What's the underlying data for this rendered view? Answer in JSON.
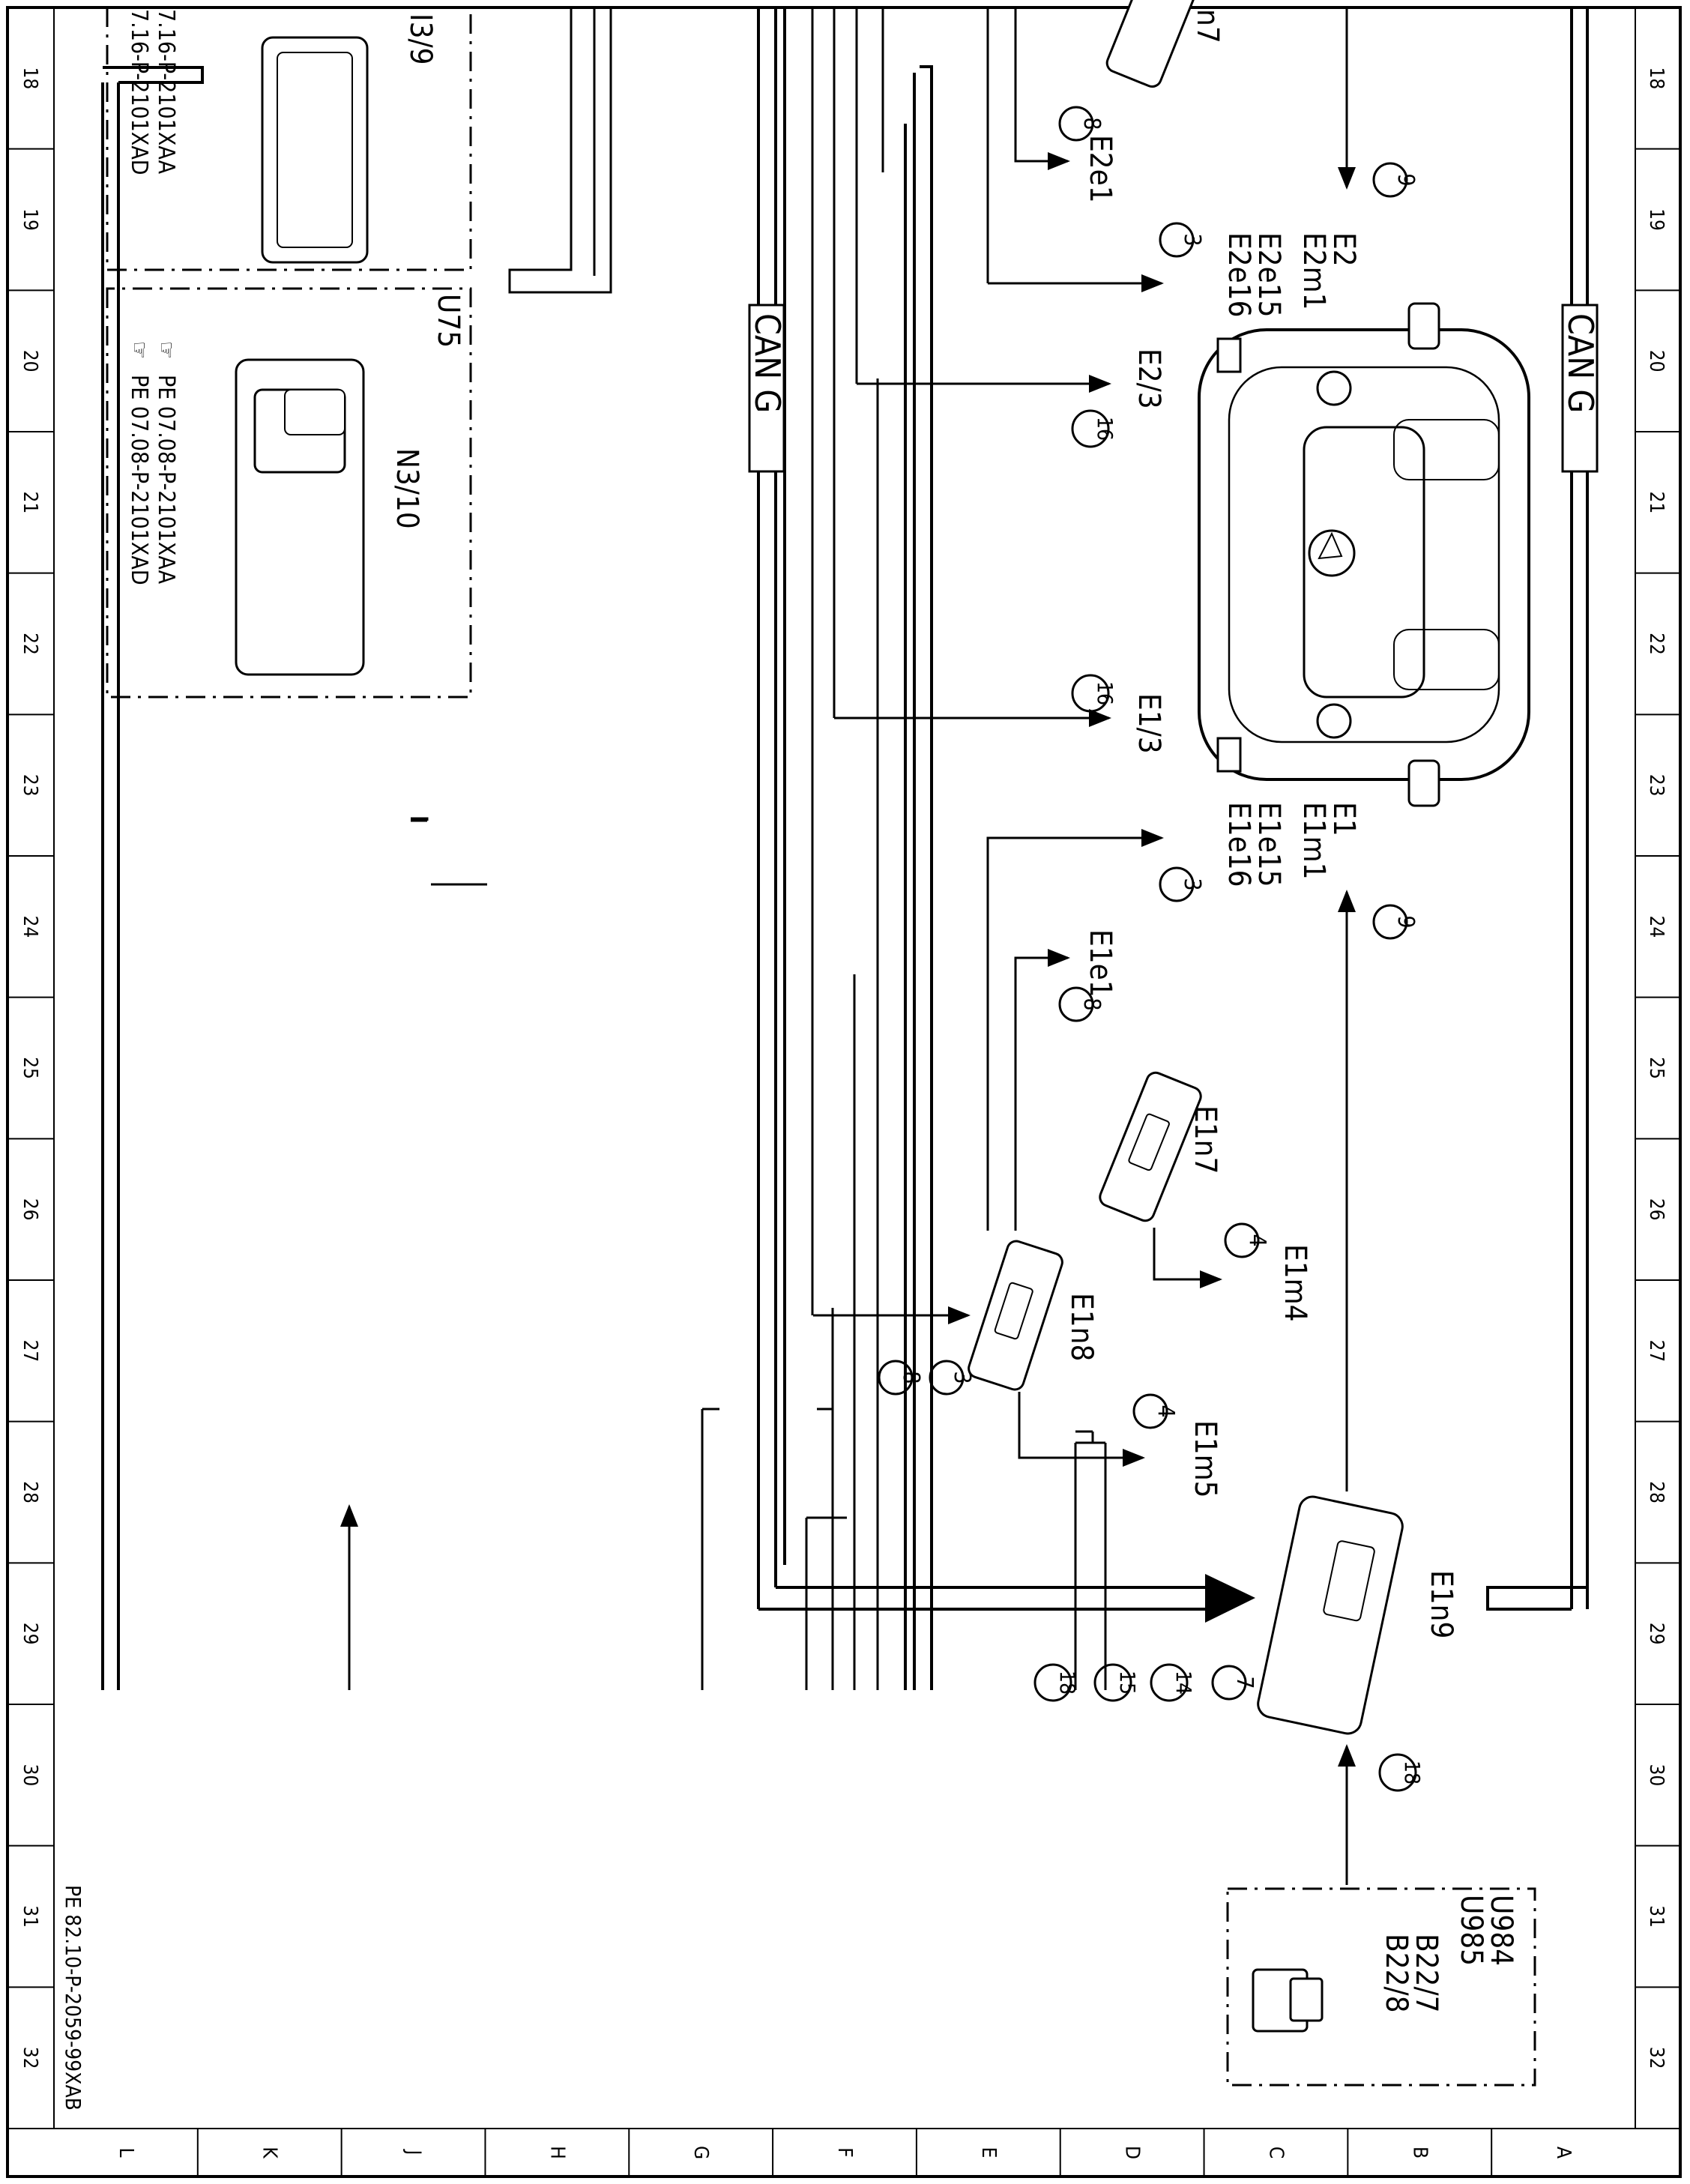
{
  "frame": {
    "column_numbers": [
      "18",
      "19",
      "20",
      "21",
      "22",
      "23",
      "24",
      "25",
      "26",
      "27",
      "28",
      "29",
      "30",
      "31",
      "32"
    ],
    "row_letters": [
      "L",
      "K",
      "J",
      "H",
      "G",
      "F",
      "E",
      "D",
      "C",
      "B",
      "A"
    ]
  },
  "document_id": "PE 82.10-P-2059-99XAB",
  "bus_label_left": "CAN G",
  "bus_label_right": "CAN G",
  "component_boxes": {
    "box_top": {
      "name": "I3/9",
      "ref1": "7.16-P-2101XAA",
      "ref2": "7.16-P-2101XAD"
    },
    "box_u75": {
      "group": "U75",
      "name": "N3/10",
      "ref1": "PE 07.08-P-2101XAA",
      "ref2": "PE 07.08-P-2101XAD"
    },
    "box_bottom": {
      "group1": "U984",
      "group2": "U985",
      "name1": "B22/7",
      "name2": "B22/8"
    }
  },
  "labels": {
    "n7_top": "n7",
    "e2e1": "E2e1",
    "e2": "E2",
    "e2m1": "E2m1",
    "e2e15": "E2e15",
    "e2e16": "E2e16",
    "e2_3": "E2/3",
    "e1_3": "E1/3",
    "e1": "E1",
    "e1m1": "E1m1",
    "e1e15": "E1e15",
    "e1e16": "E1e16",
    "e1e1": "E1e1",
    "e1n7": "E1n7",
    "e1m4": "E1m4",
    "e1n8": "E1n8",
    "e1m5": "E1m5",
    "e1n9": "E1n9"
  },
  "markers": {
    "m_8_top": "8",
    "m_9_top": "9",
    "m_3_top": "3",
    "m_16_top": "16",
    "m_16_mid": "16",
    "m_3_mid": "3",
    "m_9_mid": "9",
    "m_8_mid": "8",
    "m_4_a": "4",
    "m_3_n8": "3",
    "m_8_n8": "8",
    "m_4_b": "4",
    "m_7": "7",
    "m_14": "14",
    "m_15": "15",
    "m_18_a": "18",
    "m_18_b": "18"
  }
}
